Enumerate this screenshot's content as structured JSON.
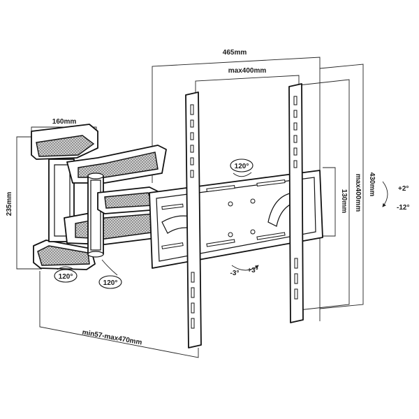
{
  "dimensions": {
    "total_width": "465mm",
    "vesa_horizontal": "max400mm",
    "arm_depth": "160mm",
    "bracket_height": "235mm",
    "plate_height": "130mm",
    "vesa_vertical": "max400mm",
    "total_height": "430mm",
    "extension": "min57-max470mm"
  },
  "rotations": {
    "swivel_top": "120°",
    "swivel_left": "120°",
    "swivel_right": "120°",
    "tilt_up": "+2°",
    "tilt_down": "-12°",
    "level_minus": "-3°",
    "level_plus": "+3°"
  }
}
